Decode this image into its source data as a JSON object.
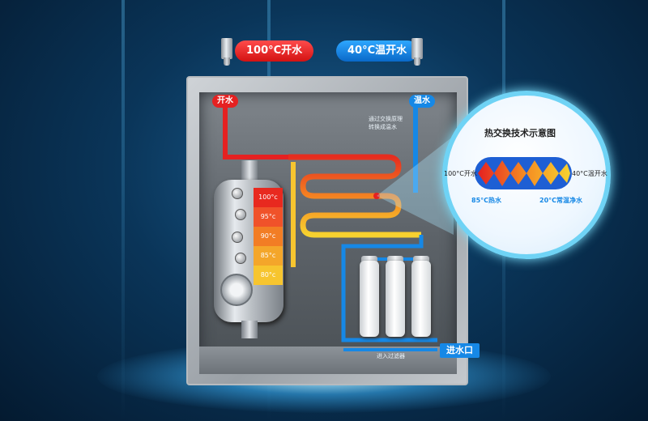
{
  "badges": {
    "hot": "100°C开水",
    "warm": "40°C温开水"
  },
  "pipe_tags": {
    "hot": "开水",
    "warm": "温水"
  },
  "exchange_note": [
    "通过交换原理",
    "转换成温水"
  ],
  "tank_temps": [
    "100°c",
    "95°c",
    "90°c",
    "85°c",
    "80°c"
  ],
  "temp_colors": [
    "#e8291f",
    "#f0522a",
    "#f27d24",
    "#f4a62a",
    "#f7c52f"
  ],
  "filter_label": "进入过滤器",
  "inlet_label": "进水口",
  "heat_exchange": {
    "title": "热交换技术示意图",
    "left_in": "100°C开水",
    "right_out": "40°C温开水",
    "bottom_left": "85°C热水",
    "bottom_right": "20°C常温净水"
  },
  "colors": {
    "hot": "#e52121",
    "warm": "#1688e6",
    "mid": "#f7c52f"
  }
}
